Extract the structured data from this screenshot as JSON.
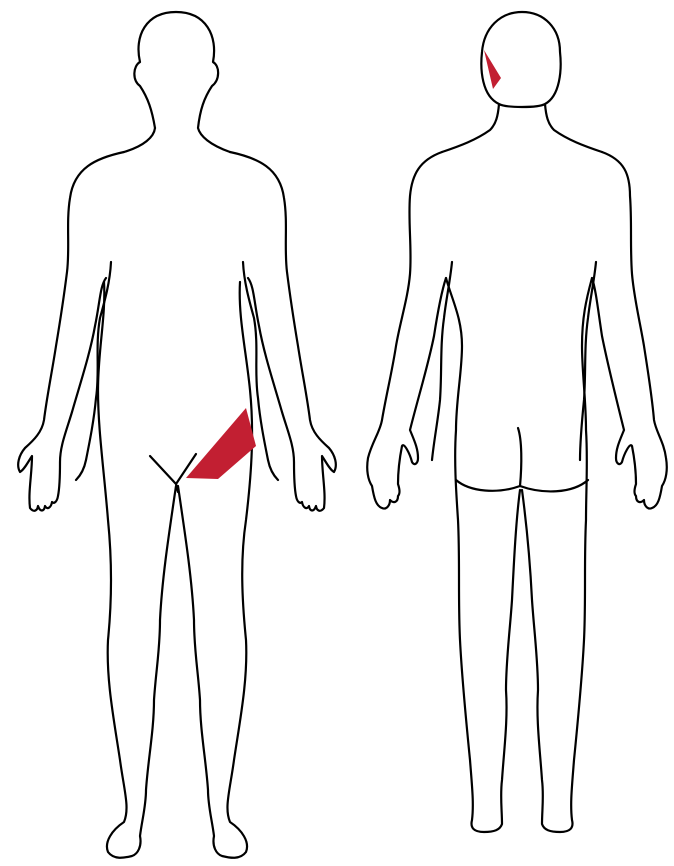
{
  "colors": {
    "background": "#ffffff",
    "outline": "#000000",
    "pain_highlight": "#c21f32"
  },
  "figures": [
    {
      "view": "front",
      "highlighted_regions": [
        "left-groin-hip"
      ]
    },
    {
      "view": "back",
      "highlighted_regions": [
        "left-back-of-head"
      ]
    }
  ]
}
